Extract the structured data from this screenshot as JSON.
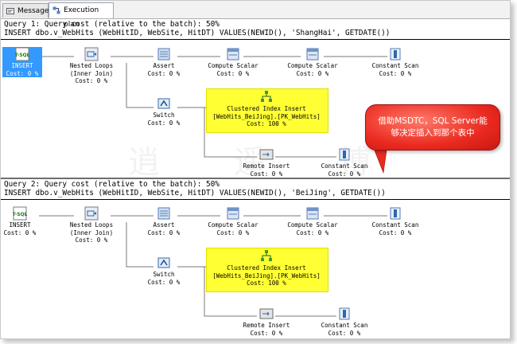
{
  "tabs": [
    {
      "label": "Messages",
      "active": false
    },
    {
      "label": "Execution plan",
      "active": true
    }
  ],
  "queries": [
    {
      "header": "Query 1: Query cost (relative to the batch): 50%",
      "statement": "INSERT dbo.v_WebHits (WebHitID, WebSite, HitDT) VALUES(NEWID(), 'ShangHai', GETDATE())",
      "ops": {
        "insert": {
          "name": "INSERT",
          "cost": "Cost: 0 %"
        },
        "nested": {
          "name": "Nested Loops",
          "sub": "(Inner Join)",
          "cost": "Cost: 0 %"
        },
        "assert": {
          "name": "Assert",
          "cost": "Cost: 0 %"
        },
        "scalar1": {
          "name": "Compute Scalar",
          "cost": "Cost: 0 %"
        },
        "scalar2": {
          "name": "Compute Scalar",
          "cost": "Cost: 0 %"
        },
        "constscan1": {
          "name": "Constant Scan",
          "cost": "Cost: 0 %"
        },
        "switch": {
          "name": "Switch",
          "cost": "Cost: 0 %"
        },
        "clustered": {
          "name": "Clustered Index Insert",
          "sub": "[WebHits_BeiJing].[PK_WebHits]",
          "cost": "Cost: 100 %"
        },
        "remote": {
          "name": "Remote Insert",
          "cost": "Cost: 0 %"
        },
        "constscan2": {
          "name": "Constant Scan",
          "cost": "Cost: 0 %"
        }
      }
    },
    {
      "header": "Query 2: Query cost (relative to the batch): 50%",
      "statement": "INSERT dbo.v_WebHits (WebHitID, WebSite, HitDT) VALUES(NEWID(), 'BeiJing', GETDATE())",
      "ops": {
        "insert": {
          "name": "INSERT",
          "cost": "Cost: 0 %"
        },
        "nested": {
          "name": "Nested Loops",
          "sub": "(Inner Join)",
          "cost": "Cost: 0 %"
        },
        "assert": {
          "name": "Assert",
          "cost": "Cost: 0 %"
        },
        "scalar1": {
          "name": "Compute Scalar",
          "cost": "Cost: 0 %"
        },
        "scalar2": {
          "name": "Compute Scalar",
          "cost": "Cost: 0 %"
        },
        "constscan1": {
          "name": "Constant Scan",
          "cost": "Cost: 0 %"
        },
        "switch": {
          "name": "Switch",
          "cost": "Cost: 0 %"
        },
        "clustered": {
          "name": "Clustered Index Insert",
          "sub": "[WebHits_BeiJing].[PK_WebHits]",
          "cost": "Cost: 100 %"
        },
        "remote": {
          "name": "Remote Insert",
          "cost": "Cost: 0 %"
        },
        "constscan2": {
          "name": "Constant Scan",
          "cost": "Cost: 0 %"
        }
      }
    }
  ],
  "callout": {
    "line1": "借助MSDTC，SQL Server能",
    "line2": "够决定插入到那个表中"
  },
  "colors": {
    "highlight": "#ffff33",
    "selection": "#3399ff",
    "callout": "#ea2a20"
  }
}
